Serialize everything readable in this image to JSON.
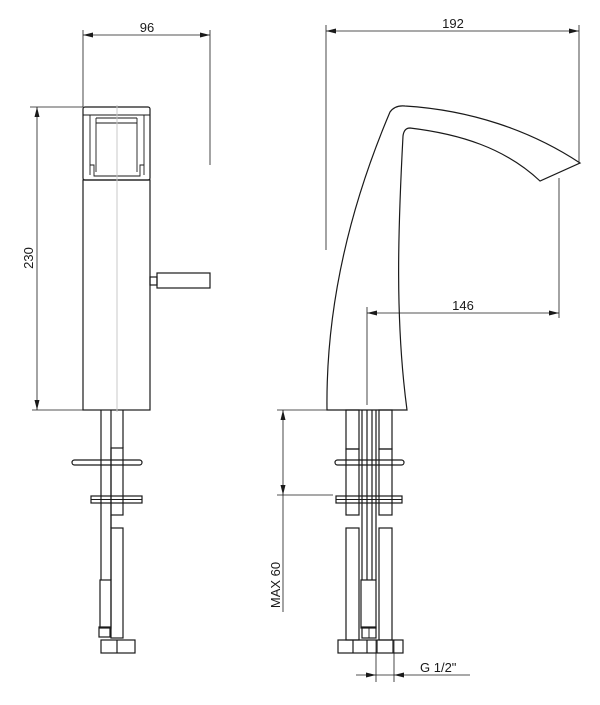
{
  "drawing": {
    "type": "technical-drawing",
    "subject": "single-lever basin mixer tap",
    "colors": {
      "line": "#1a1a1a",
      "centerline": "#c8c8c8",
      "background": "#ffffff"
    },
    "side_view": {
      "dimensions": {
        "width": "96",
        "height": "230"
      }
    },
    "front_view": {
      "dimensions": {
        "overall_reach": "192",
        "spout_reach": "146",
        "max_deck_thickness": "MAX 60",
        "thread": "G 1/2\""
      }
    }
  }
}
